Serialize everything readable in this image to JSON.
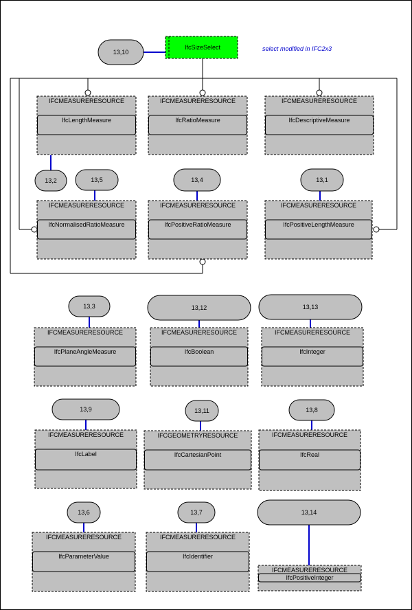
{
  "title_node": {
    "label": "IfcSizeSelect",
    "color": "#00ff00"
  },
  "note": {
    "text": "select modified in IFC2x3",
    "color": "#0000cc"
  },
  "colors": {
    "connector": "#0000cc",
    "box": "#c0c0c0",
    "line": "#000000"
  },
  "page_refs": [
    "13,10",
    "13,2",
    "13,5",
    "13,4",
    "13,1",
    "13,3",
    "13,12",
    "13,13",
    "13,9",
    "13,11",
    "13,8",
    "13,6",
    "13,7",
    "13,14"
  ],
  "entities": [
    {
      "schema": "IFCMEASURERESOURCE",
      "name": "IfcLengthMeasure"
    },
    {
      "schema": "IFCMEASURERESOURCE",
      "name": "IfcRatioMeasure"
    },
    {
      "schema": "IFCMEASURERESOURCE",
      "name": "IfcDescriptiveMeasure"
    },
    {
      "schema": "IFCMEASURERESOURCE",
      "name": "IfcNormalisedRatioMeasure"
    },
    {
      "schema": "IFCMEASURERESOURCE",
      "name": "IfcPositiveRatioMeasure"
    },
    {
      "schema": "IFCMEASURERESOURCE",
      "name": "IfcPositiveLengthMeasure"
    },
    {
      "schema": "IFCMEASURERESOURCE",
      "name": "IfcPlaneAngleMeasure"
    },
    {
      "schema": "IFCMEASURERESOURCE",
      "name": "IfcBoolean"
    },
    {
      "schema": "IFCMEASURERESOURCE",
      "name": "IfcInteger"
    },
    {
      "schema": "IFCMEASURERESOURCE",
      "name": "IfcLabel"
    },
    {
      "schema": "IFCGEOMETRYRESOURCE",
      "name": "IfcCartesianPoint"
    },
    {
      "schema": "IFCMEASURERESOURCE",
      "name": "IfcReal"
    },
    {
      "schema": "IFCMEASURERESOURCE",
      "name": "IfcParameterValue"
    },
    {
      "schema": "IFCMEASURERESOURCE",
      "name": "IfcIdentifier"
    },
    {
      "schema": "IFCMEASURERESOURCE",
      "name": "IfcPositiveInteger"
    }
  ]
}
